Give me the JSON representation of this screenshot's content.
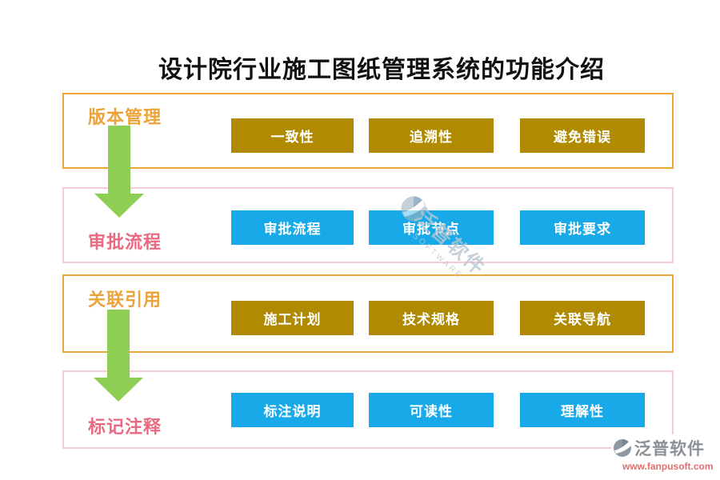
{
  "title": "设计院行业施工图纸管理系统的功能介绍",
  "sections": [
    {
      "label": "版本管理",
      "theme": "gold",
      "buttons": [
        "一致性",
        "追溯性",
        "避免错误"
      ]
    },
    {
      "label": "审批流程",
      "theme": "blue",
      "buttons": [
        "审批流程",
        "审批节点",
        "审批要求"
      ]
    },
    {
      "label": "关联引用",
      "theme": "gold",
      "buttons": [
        "施工计划",
        "技术规格",
        "关联导航"
      ]
    },
    {
      "label": "标记注释",
      "theme": "blue",
      "buttons": [
        "标注说明",
        "可读性",
        "理解性"
      ]
    }
  ],
  "watermark": {
    "text": "泛普软件",
    "subtext": "SOFTWARE"
  },
  "footer": {
    "brand": "泛普软件",
    "url": "www.fanpusoft.com"
  },
  "colors": {
    "gold_button": "#B08A00",
    "blue_button": "#18A9E8",
    "gold_border": "#F1A737",
    "pink_border": "#F6CAD6",
    "gold_label": "#EBA33C",
    "pink_label": "#E96A80",
    "arrow_green": "#8FCE55",
    "url_red": "#E27070"
  }
}
